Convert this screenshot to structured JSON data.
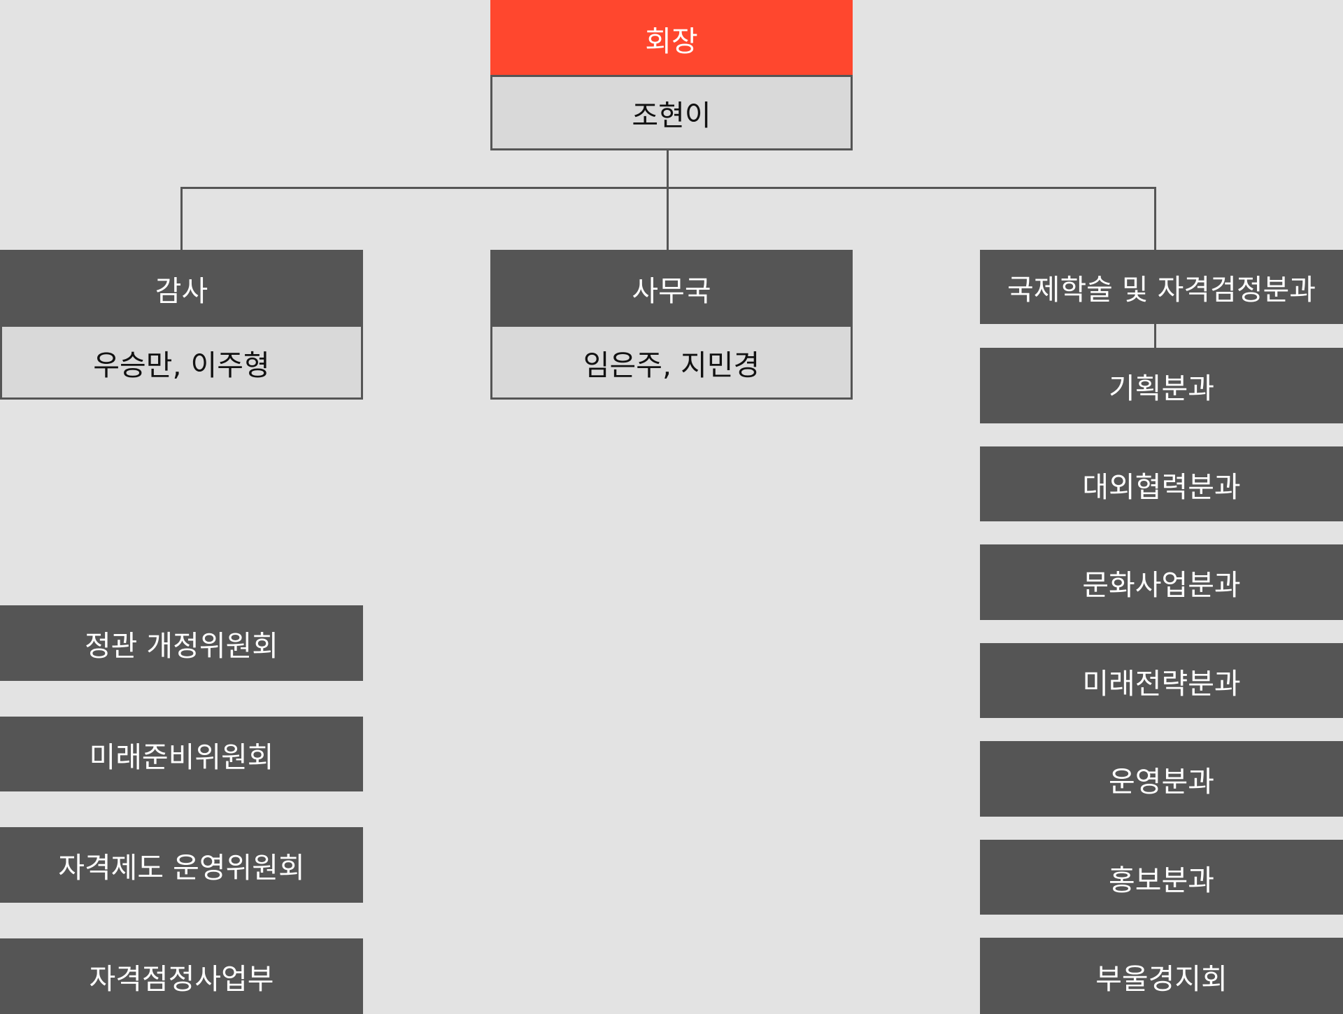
{
  "colors": {
    "background": "#e3e3e3",
    "president_header": "#ff472e",
    "dept_header": "#555555",
    "name_box": "#d9d9d9",
    "line": "#555555"
  },
  "president": {
    "title": "회장",
    "name": "조현이"
  },
  "audit": {
    "title": "감사",
    "names": "우승만, 이주형"
  },
  "secretariat": {
    "title": "사무국",
    "names": "임은주, 지민경"
  },
  "international": {
    "title": "국제학술 및 자격검정분과",
    "subdivisions": [
      "기획분과",
      "대외협력분과",
      "문화사업분과",
      "미래전략분과",
      "운영분과",
      "홍보분과",
      "부울경지회"
    ]
  },
  "committees": [
    "정관 개정위원회",
    "미래준비위원회",
    "자격제도 운영위원회",
    "자격점정사업부"
  ]
}
